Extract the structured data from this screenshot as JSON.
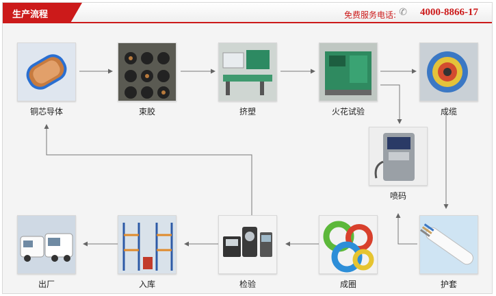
{
  "header": {
    "title": "生产流程",
    "hotline_label": "免费服务电话:",
    "hotline_number": "4000-8866-17"
  },
  "steps": [
    {
      "label": "铜芯导体",
      "icon": "copper-wire-spool-image"
    },
    {
      "label": "束胶",
      "icon": "bunching-machine-image"
    },
    {
      "label": "挤塑",
      "icon": "extrusion-line-image"
    },
    {
      "label": "火花试验",
      "icon": "spark-tester-image"
    },
    {
      "label": "成缆",
      "icon": "cabling-machine-image"
    },
    {
      "label": "喷码",
      "icon": "inkjet-printer-image"
    },
    {
      "label": "护套",
      "icon": "sheathed-cable-image"
    },
    {
      "label": "成圈",
      "icon": "cable-coils-image"
    },
    {
      "label": "检验",
      "icon": "testing-instruments-image"
    },
    {
      "label": "入库",
      "icon": "warehouse-image"
    },
    {
      "label": "出厂",
      "icon": "delivery-trucks-image"
    }
  ],
  "colors": {
    "accent": "#cc1a1a",
    "arrow": "#666666"
  }
}
